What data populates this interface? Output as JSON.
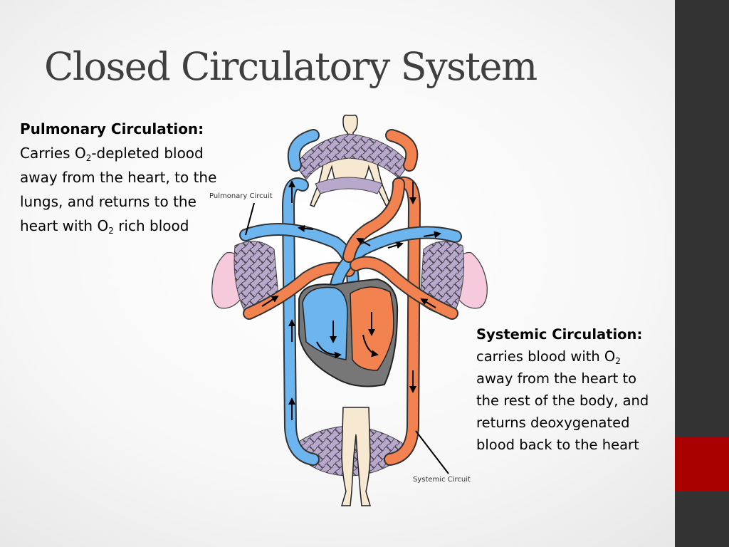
{
  "slide": {
    "title": "Closed Circulatory System",
    "colors": {
      "sidebar": "#333333",
      "accent": "#a90000",
      "oxygenated": "#f2824f",
      "deoxygenated": "#6cb5ee"
    }
  },
  "pulmonary": {
    "heading": "Pulmonary Circulation:",
    "text_1": "Carries O",
    "sub_1": "2",
    "text_2": "-depleted blood away from the heart, to the lungs, and returns to the heart with O",
    "sub_2": "2",
    "text_3": " rich blood"
  },
  "systemic": {
    "heading": "Systemic Circulation:",
    "text_1": "carries blood with O",
    "sub_1": "2",
    "text_2": " away from the heart to the rest of the body, and returns deoxygenated blood back to the heart"
  },
  "diagram": {
    "pulmonary_label": "Pulmonary Circuit",
    "systemic_label": "Systemic Circuit"
  }
}
